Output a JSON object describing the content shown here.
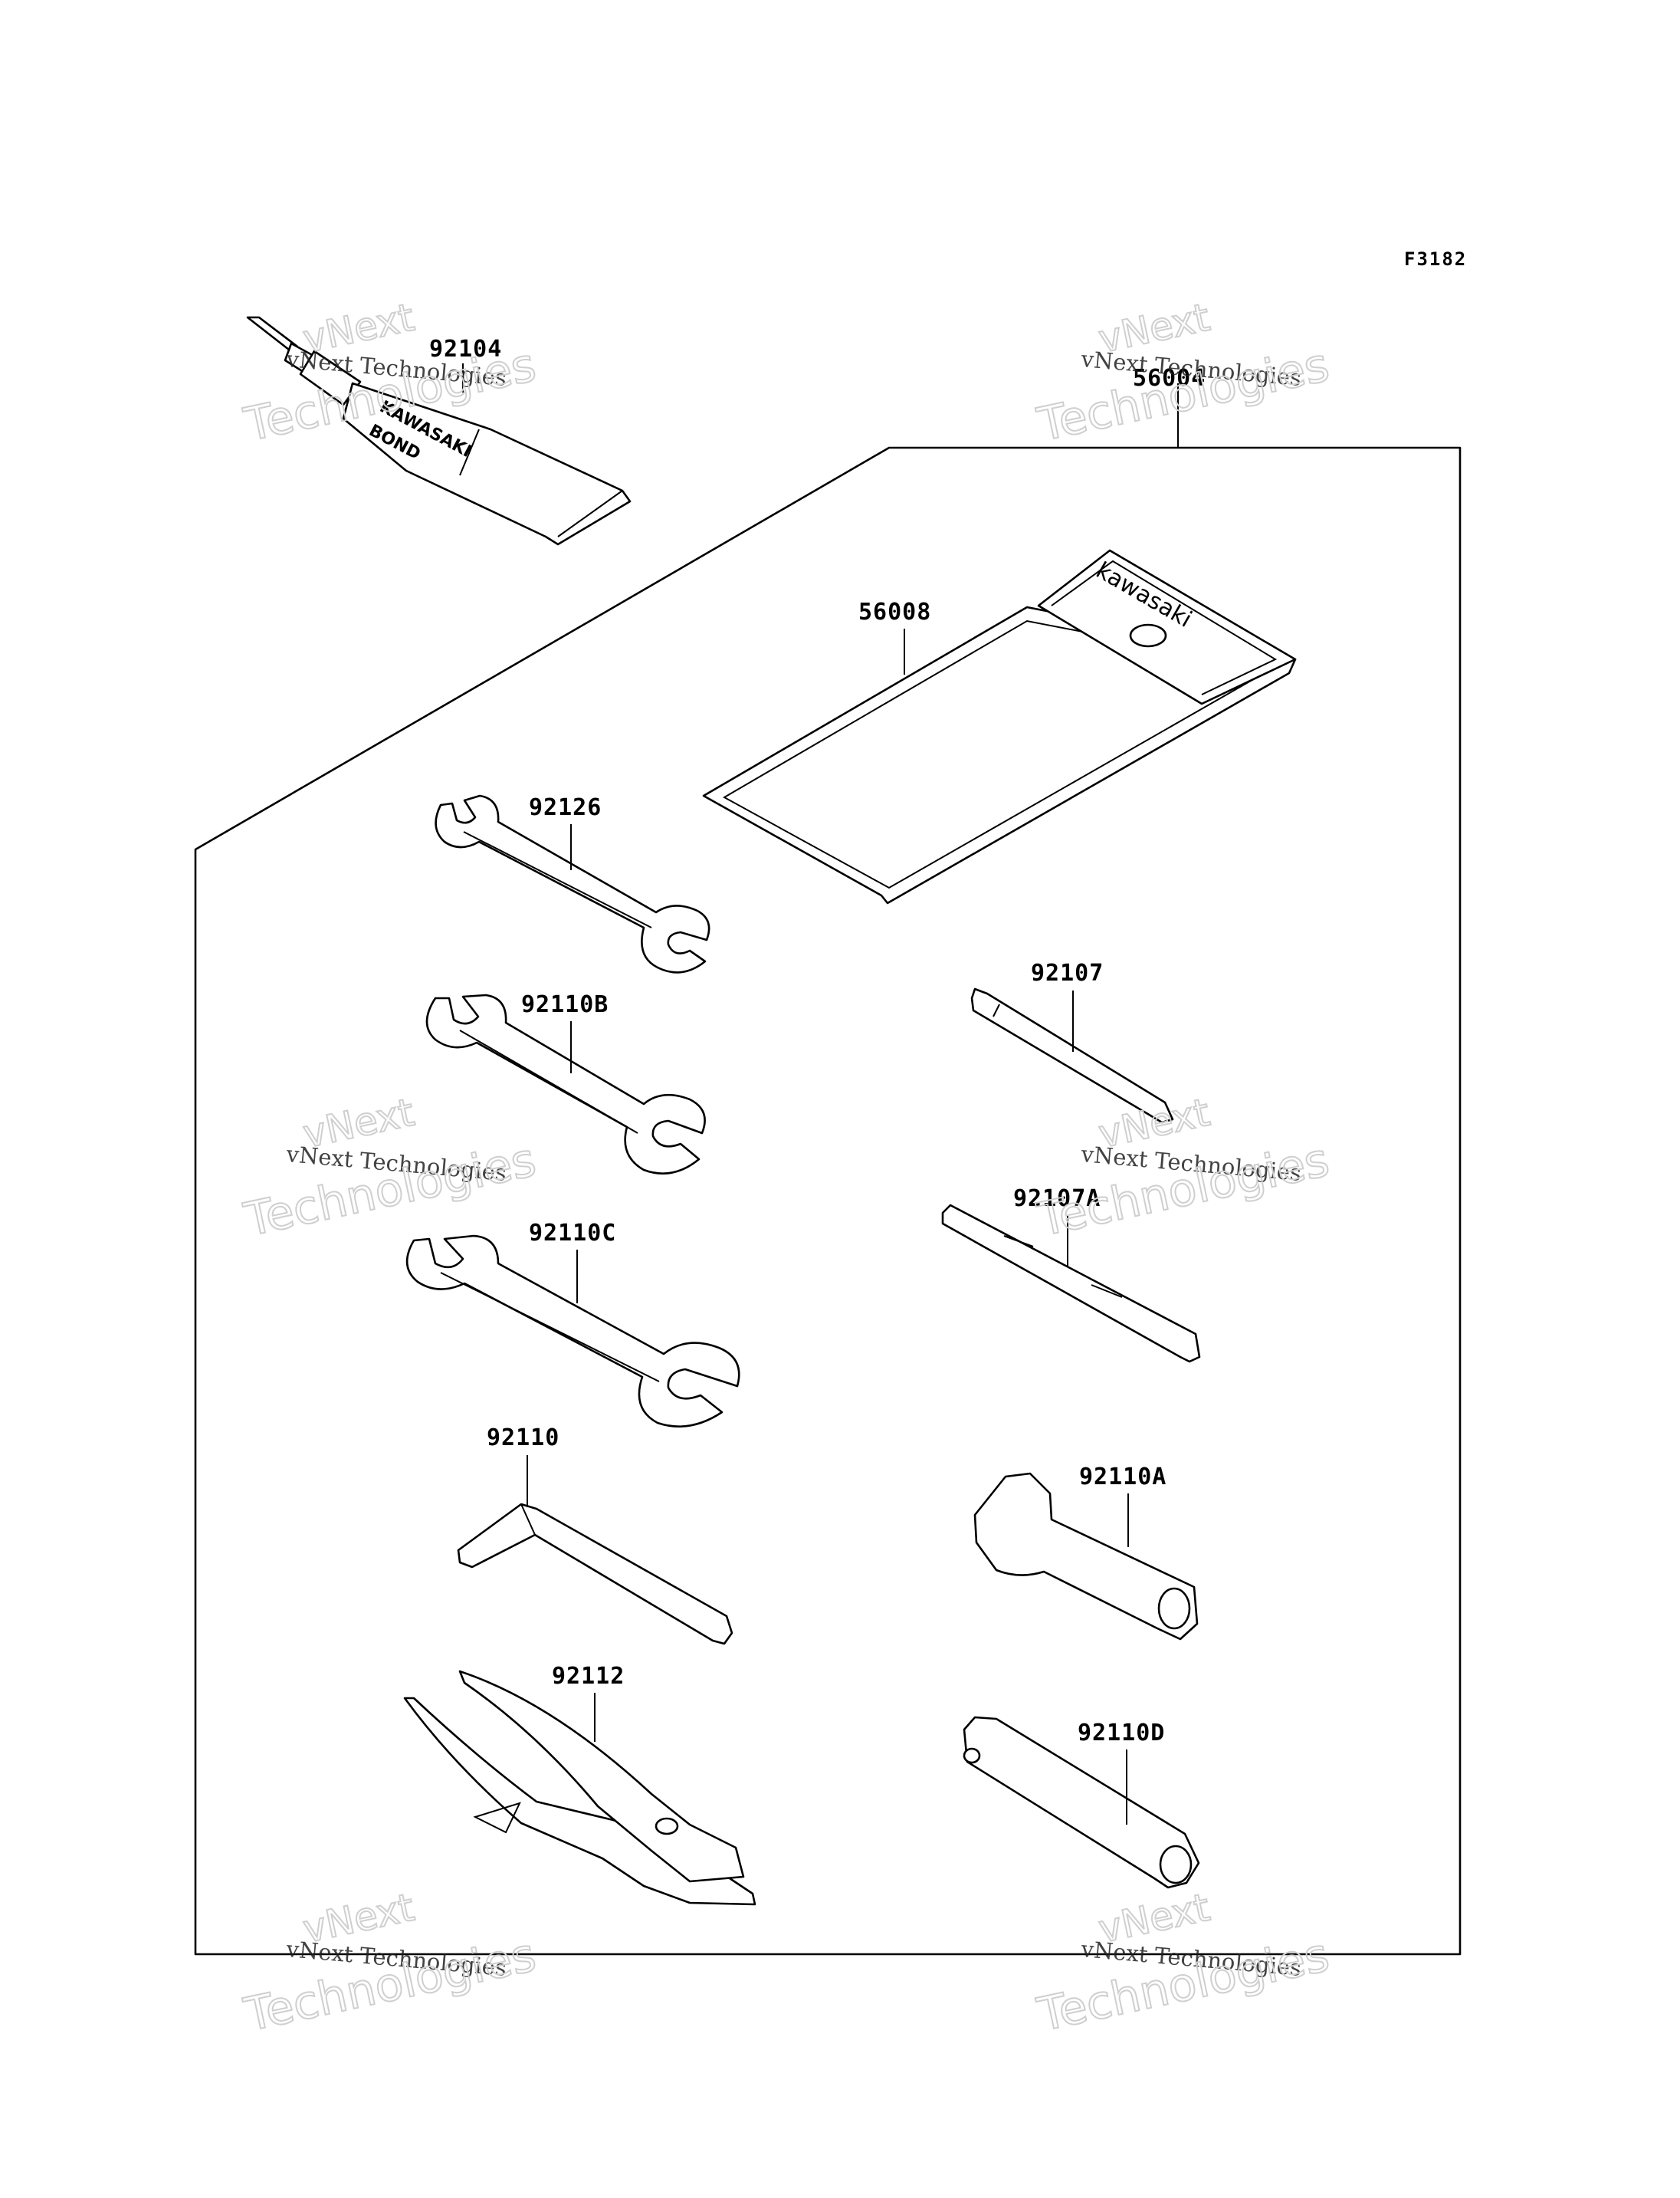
{
  "figure_code": "F3182",
  "parts": {
    "p92104": "92104",
    "p56004": "56004",
    "p56008": "56008",
    "p92126": "92126",
    "p92110B": "92110B",
    "p92110C": "92110C",
    "p92110": "92110",
    "p92112": "92112",
    "p92107": "92107",
    "p92107A": "92107A",
    "p92110A": "92110A",
    "p92110D": "92110D"
  },
  "tube_print": {
    "line1": "KAWASAKI",
    "line2": "BOND"
  },
  "pouch_print": "kawasaki",
  "watermark": {
    "line1": "vNext",
    "line2": "vNext Technologies",
    "line3": "Technologies"
  }
}
